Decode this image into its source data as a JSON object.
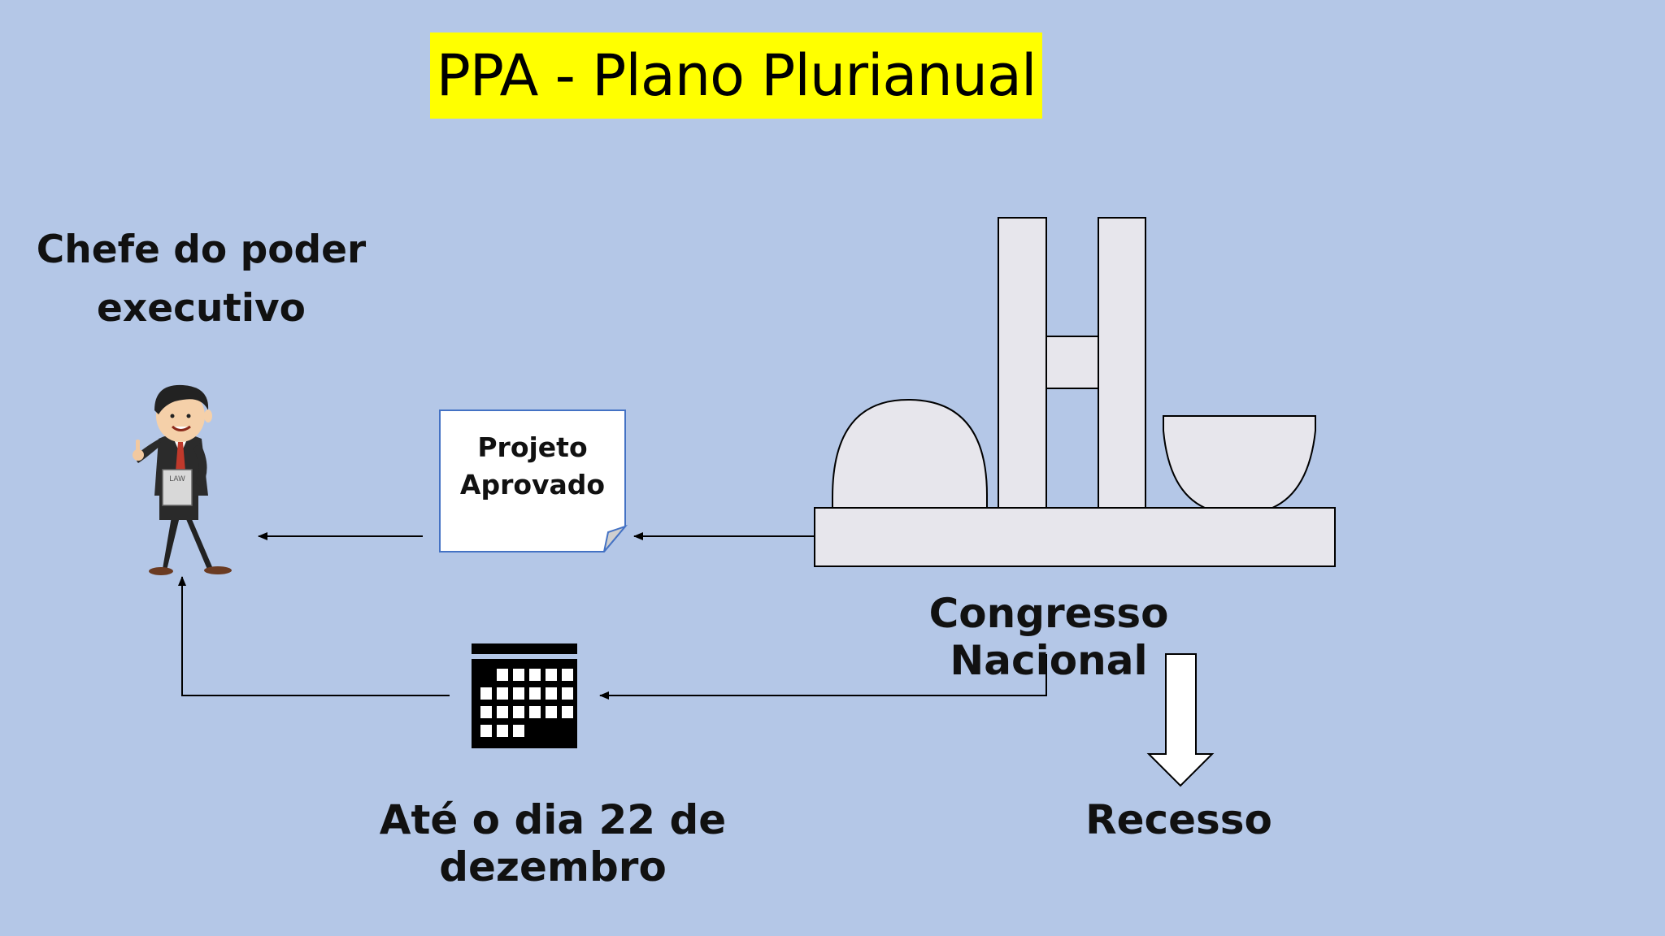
{
  "title": "PPA - Plano Plurianual",
  "colors": {
    "background": "#b4c7e7",
    "title_highlight": "#ffff00",
    "building_fill": "#e7e6ec"
  },
  "nodes": {
    "chefe": {
      "line1": "Chefe do poder",
      "line2": "executivo"
    },
    "documento": {
      "line1": "Projeto",
      "line2": "Aprovado"
    },
    "congresso": "Congresso Nacional",
    "prazo": "Até o dia 22 de dezembro",
    "recesso": "Recesso"
  },
  "icons": {
    "executive": "businessman-holding-law-book-icon",
    "document": "document-page-icon",
    "congress": "congress-building-icon",
    "calendar": "calendar-icon"
  }
}
